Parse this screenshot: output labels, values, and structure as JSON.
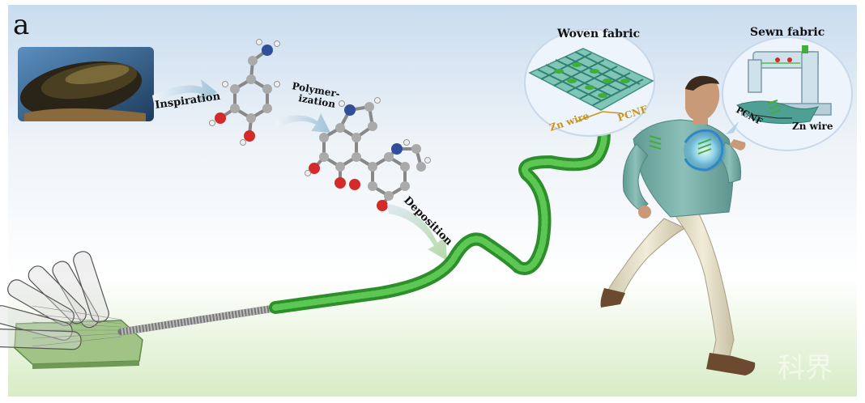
{
  "panel_label": "a",
  "labels": {
    "inspiration": "Inspiration",
    "polymerization_1": "Polymer-",
    "polymerization_2": "ization",
    "deposition": "Deposition",
    "woven_fabric": "Woven fabric",
    "sewn_fabric": "Sewn fabric",
    "zn_wire_woven": "Zn wire",
    "pcnf_woven": "PCNF",
    "zn_wire_sewn": "Zn wire",
    "pcnf_sewn": "PCNF"
  },
  "watermark": "科界",
  "colors": {
    "sky_top": "#c9dcef",
    "ground_green": "#d7ecc5",
    "fiber_green": "#3fae3a",
    "fabric_teal": "#7fc6b7",
    "shirt": "#7fb4ad",
    "pants": "#e9e4cf",
    "arrow_start": "#dfe9f4",
    "arrow_end": "#a9c9dc"
  },
  "icons": [
    "mussel-photo",
    "dopamine-molecule-icon",
    "polydopamine-molecule-icon",
    "carbon-nanotube-bundle-icon",
    "woven-fabric-icon",
    "sewing-machine-icon",
    "running-man-icon",
    "battery-glow-icon"
  ]
}
